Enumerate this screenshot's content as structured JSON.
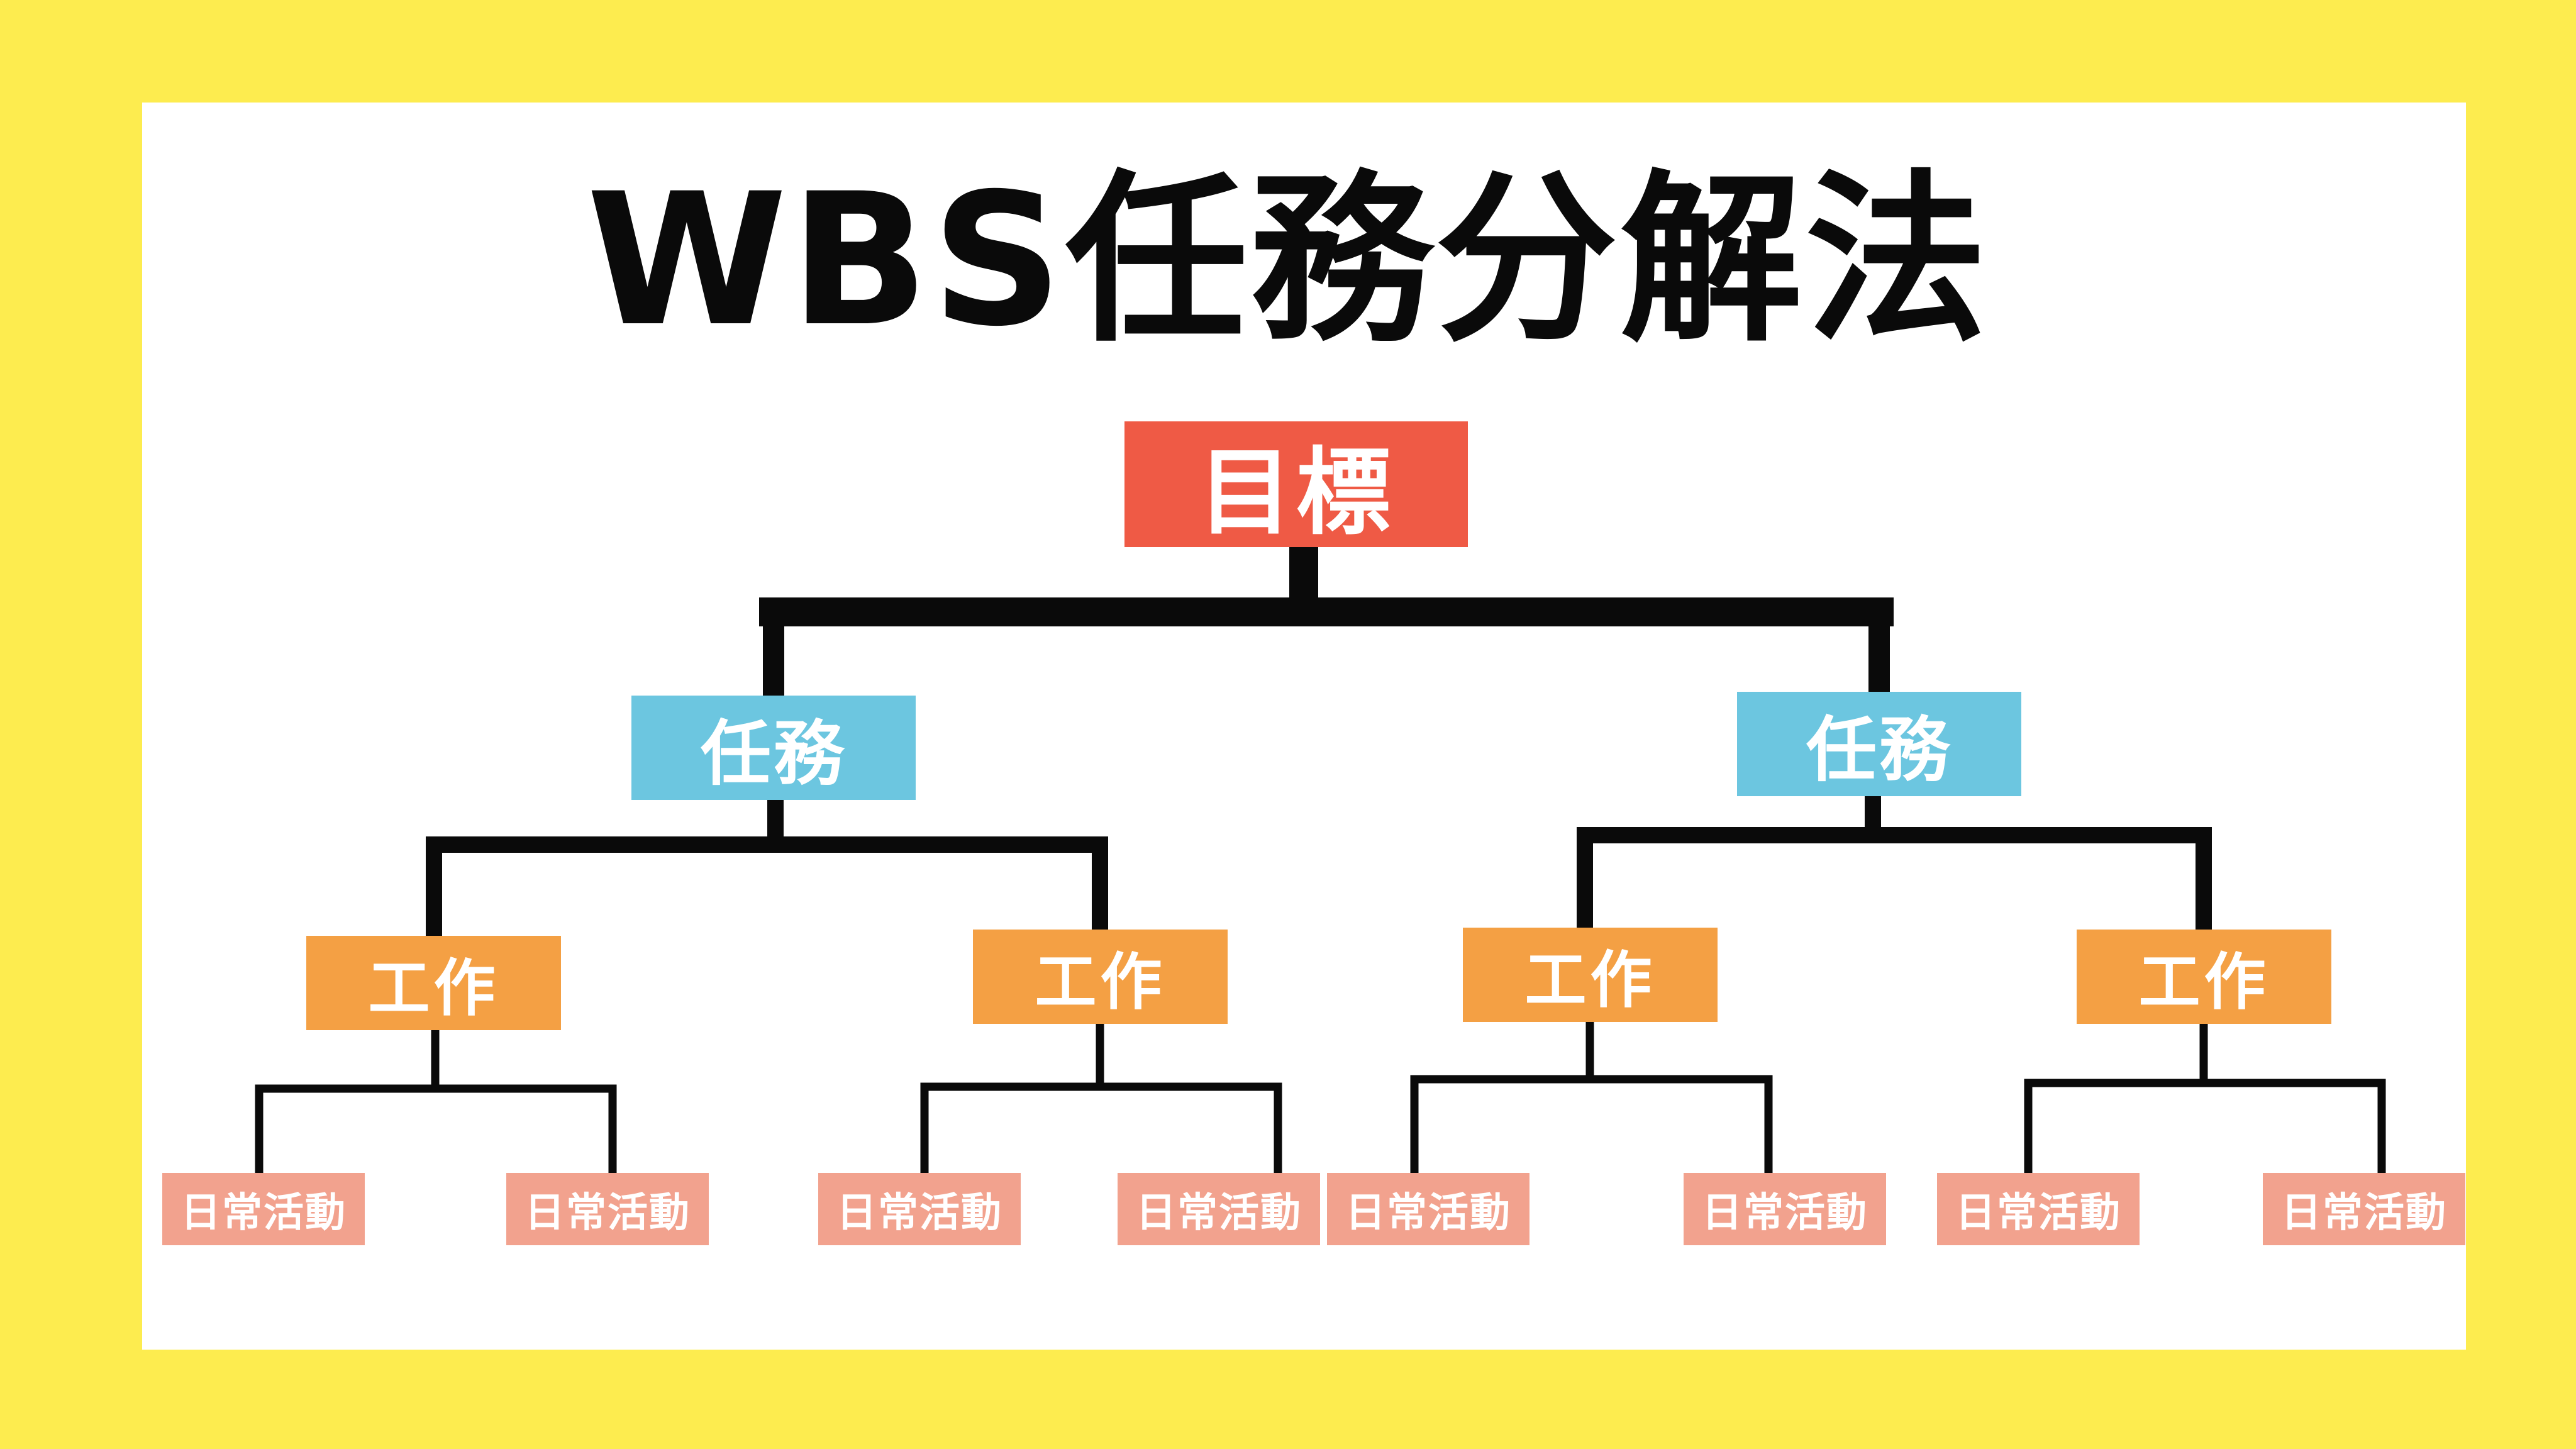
{
  "title": "WBS任務分解法",
  "colors": {
    "frame": "#fdec4f",
    "panel": "#ffffff",
    "goal": "#ef5a45",
    "task": "#6cc6e0",
    "work": "#f4a044",
    "activity": "#f2a28e",
    "connector": "#0a0a0a"
  },
  "tree": {
    "goal": "目標",
    "tasks": [
      {
        "label": "任務",
        "works": [
          {
            "label": "工作",
            "activities": [
              "日常活動",
              "日常活動"
            ]
          },
          {
            "label": "工作",
            "activities": [
              "日常活動",
              "日常活動"
            ]
          }
        ]
      },
      {
        "label": "任務",
        "works": [
          {
            "label": "工作",
            "activities": [
              "日常活動",
              "日常活動"
            ]
          },
          {
            "label": "工作",
            "activities": [
              "日常活動",
              "日常活動"
            ]
          }
        ]
      }
    ]
  }
}
